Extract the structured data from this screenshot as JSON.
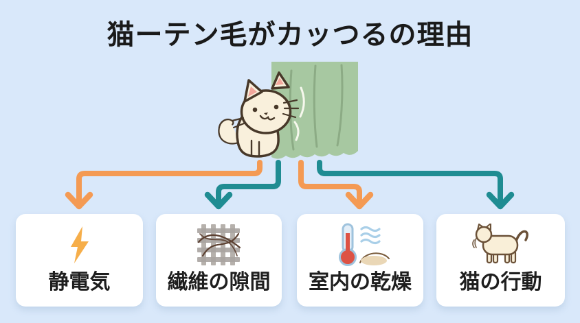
{
  "title": "猫ーテン毛がカッつるの理由",
  "illustration": {
    "cat": "sitting-cat",
    "curtain": "green-curtain"
  },
  "cards": [
    {
      "label": "静電気",
      "icon": "lightning-bolt-icon",
      "arrow_color": "orange"
    },
    {
      "label": "繊維の隙間",
      "icon": "fabric-weave-icon",
      "arrow_color": "teal"
    },
    {
      "label": "室内の乾燥",
      "icon": "thermometer-dry-air-icon",
      "arrow_color": "orange"
    },
    {
      "label": "猫の行動",
      "icon": "walking-cat-icon",
      "arrow_color": "teal"
    }
  ],
  "colors": {
    "bg": "#d9e8fa",
    "title_text": "#1a1a1a",
    "arrow_orange": "#f49a53",
    "arrow_teal": "#1f8c92",
    "card_bg": "#ffffff",
    "card_text": "#1e1e1e",
    "curtain_green": "#a7c8a1",
    "curtain_fold": "#8cab85",
    "cat_cream": "#f9f0dc",
    "cat_outline": "#473829",
    "bolt_orange": "#f6ae4a"
  }
}
